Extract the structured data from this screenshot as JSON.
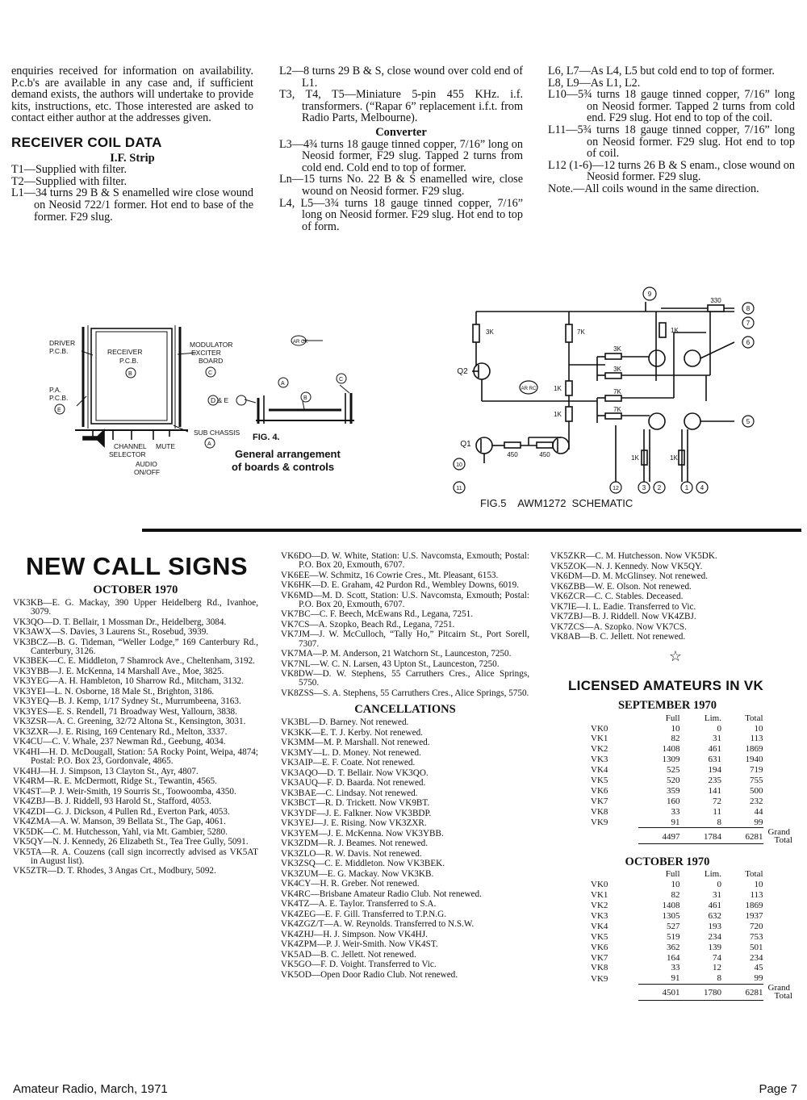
{
  "col1_top": {
    "para": "enquiries received for information on availability. P.c.b's are available in any case and, if sufficient demand exists, the authors will undertake to provide kits, instructions, etc. Those interested are asked to contact either author at the addresses given.",
    "heading": "RECEIVER COIL DATA",
    "subheading": "I.F. Strip",
    "items": [
      "T1—Supplied with filter.",
      "T2—Supplied with filter.",
      "L1—34 turns 29 B & S enamelled wire close wound on Neosid 722/1 former. Hot end to base of the former. F29 slug."
    ]
  },
  "col2_top": {
    "items": [
      "L2—8 turns 29 B & S, close wound over cold end of L1.",
      "T3, T4, T5—Miniature 5-pin 455 KHz. i.f. transformers. (“Rapar 6” replacement i.f.t. from Radio Parts, Melbourne)."
    ],
    "subheading": "Converter",
    "items2": [
      "L3—4¾ turns 18 gauge tinned copper, 7/16” long on Neosid former, F29 slug. Tapped 2 turns from cold end. Cold end to top of former.",
      "Ln—15 turns No. 22 B & S enamelled wire, close wound on Neosid former. F29 slug.",
      "L4, L5—3¾ turns 18 gauge tinned copper, 7/16” long on Neosid former. F29 slug. Hot end to top of form."
    ]
  },
  "col3_top": {
    "items": [
      "L6, L7—As L4, L5 but cold end to top of former.",
      "L8, L9—As L1, L2.",
      "L10—5¾ turns 18 gauge tinned copper, 7/16” long on Neosid former. Tapped 2 turns from cold end. F29 slug. Hot end to top of the coil.",
      "L11—5¾ turns 18 gauge tinned copper, 7/16” long on Neosid former. F29 slug. Hot end to top of coil.",
      "L12 (1-6)—12 turns 26 B & S enam., close wound on Neosid former. F29 slug.",
      "Note.—All coils wound in the same direction."
    ]
  },
  "fig4": {
    "driver": "DRIVER",
    "pcb": "P.C.B.",
    "pa": "P.A.",
    "receiver": "RECEIVER",
    "b": "B",
    "modulator": "MODULATOR",
    "exciter": "EXCITER",
    "board": "BOARD",
    "c": "C",
    "e": "E",
    "a": "A",
    "de": "D & E",
    "arck": "AR CK",
    "sub_chassis": "SUB CHASSIS",
    "channel": "CHANNEL",
    "selector": "SELECTOR",
    "mute": "MUTE",
    "audio": "AUDIO",
    "onoff": "ON/OFF",
    "caption_title": "FIG. 4.",
    "caption_1": "General arrangement",
    "caption_2": "of boards & controls"
  },
  "fig5": {
    "caption": "FIG.5    AWM1272  SCHEMATIC",
    "r_3k": "3K",
    "r_7k": "7K",
    "r_1k": "1K",
    "r_330": "330",
    "r_450": "450",
    "q1": "Q1",
    "q2": "Q2",
    "arrc": "AR RC",
    "n1": "1",
    "n2": "2",
    "n3": "3",
    "n4": "4",
    "n5": "5",
    "n6": "6",
    "n7": "7",
    "n8": "8",
    "n9": "9",
    "n10": "10",
    "n11": "11",
    "n12": "12"
  },
  "call_signs": {
    "heading": "NEW CALL SIGNS",
    "month": "OCTOBER 1970",
    "col1": [
      "VK3KB—E. G. Mackay, 390 Upper Heidelberg Rd., Ivanhoe, 3079.",
      "VK3QO—D. T. Bellair, 1 Mossman Dr., Heidelberg, 3084.",
      "VK3AWX—S. Davies, 3 Laurens St., Rosebud, 3939.",
      "VK3BCZ—B. G. Tideman, “Weller Lodge,” 169 Canterbury Rd., Canterbury, 3126.",
      "VK3BEK—C. E. Middleton, 7 Shamrock Ave., Cheltenham, 3192.",
      "VK3YBB—J. E. McKenna, 14 Marshall Ave., Moe, 3825.",
      "VK3YEG—A. H. Hambleton, 10 Sharrow Rd., Mitcham, 3132.",
      "VK3YEI—L. N. Osborne, 18 Male St., Brighton, 3186.",
      "VK3YEQ—B. J. Kemp, 1/17 Sydney St., Murrumbeena, 3163.",
      "VK3YES—E. S. Rendell, 71 Broadway West, Yallourn, 3838.",
      "VK3ZSR—A. C. Greening, 32/72 Altona St., Kensington, 3031.",
      "VK3ZXR—J. E. Rising, 169 Centenary Rd., Melton, 3337.",
      "VK4CU—C. V. Whale, 237 Newman Rd., Geebung, 4034.",
      "VK4HI—H. D. McDougall, Station: 5A Rocky Point, Weipa, 4874; Postal: P.O. Box 23, Gordonvale, 4865.",
      "VK4HJ—H. J. Simpson, 13 Clayton St., Ayr, 4807.",
      "VK4RM—R. E. McDermott, Ridge St., Tewantin, 4565.",
      "VK4ST—P. J. Weir-Smith, 19 Sourris St., Toowoomba, 4350.",
      "VK4ZBJ—B. J. Riddell, 93 Harold St., Stafford, 4053.",
      "VK4ZDI—G. J. Dickson, 4 Pullen Rd., Everton Park, 4053.",
      "VK4ZMA—A. W. Manson, 39 Bellata St., The Gap, 4061.",
      "VK5DK—C. M. Hutchesson, Yahl, via Mt. Gambier, 5280.",
      "VK5QY—N. J. Kennedy, 26 Elizabeth St., Tea Tree Gully, 5091.",
      "VK5TA—R. A. Couzens (call sign incorrectly advised as VK5AT in August list).",
      "VK5ZTR—D. T. Rhodes, 3 Angas Crt., Modbury, 5092."
    ],
    "col2": [
      "VK6DO—D. W. White, Station: U.S. Navcomsta, Exmouth; Postal: P.O. Box 20, Exmouth, 6707.",
      "VK6EE—W. Schmitz, 16 Cowrie Cres., Mt. Pleasant, 6153.",
      "VK6HK—D. E. Graham, 42 Purdon Rd., Wembley Downs, 6019.",
      "VK6MD—M. D. Scott, Station: U.S. Navcomsta, Exmouth; Postal: P.O. Box 20, Exmouth, 6707.",
      "VK7BC—C. F. Beech, McEwans Rd., Legana, 7251.",
      "VK7CS—A. Szopko, Beach Rd., Legana, 7251.",
      "VK7JM—J. W. McCulloch, “Tally Ho,” Pitcairn St., Port Sorell, 7307.",
      "VK7MA—P. M. Anderson, 21 Watchorn St., Launceston, 7250.",
      "VK7NL—W. C. N. Larsen, 43 Upton St., Launceston, 7250.",
      "VK8DW—D. W. Stephens, 55 Carruthers Cres., Alice Springs, 5750.",
      "VK8ZSS—S. A. Stephens, 55 Carruthers Cres., Alice Springs, 5750."
    ],
    "cancellations_heading": "CANCELLATIONS",
    "cancellations": [
      "VK3BL—D. Barney. Not renewed.",
      "VK3KK—E. T. J. Kerby. Not renewed.",
      "VK3MM—M. P. Marshall. Not renewed.",
      "VK3MY—L. D. Money. Not renewed.",
      "VK3AIP—E. F. Coate. Not renewed.",
      "VK3AQO—D. T. Bellair. Now VK3QO.",
      "VK3AUQ—F. D. Baarda. Not renewed.",
      "VK3BAE—C. Lindsay. Not renewed.",
      "VK3BCT—R. D. Trickett. Now VK9BT.",
      "VK3YDF—J. E. Falkner. Now VK3BDP.",
      "VK3YEJ—J. E. Rising. Now VK3ZXR.",
      "VK3YEM—J. E. McKenna. Now VK3YBB.",
      "VK3ZDM—R. J. Beames. Not renewed.",
      "VK3ZLO—R. W. Davis. Not renewed.",
      "VK3ZSQ—C. E. Middleton. Now VK3BEK.",
      "VK3ZUM—E. G. Mackay. Now VK3KB.",
      "VK4CY—H. R. Greber. Not renewed.",
      "VK4RC—Brisbane Amateur Radio Club. Not renewed.",
      "VK4TZ—A. E. Taylor. Transferred to S.A.",
      "VK4ZEG—E. F. Gill. Transferred to T.P.N.G.",
      "VK4ZGZ/T—A. W. Reynolds. Transferred to N.S.W.",
      "VK4ZHJ—H. J. Simpson. Now VK4HJ.",
      "VK4ZPM—P. J. Weir-Smith. Now VK4ST.",
      "VK5AD—B. C. Jellett. Not renewed.",
      "VK5GO—F. D. Voight. Transferred to Vic.",
      "VK5OD—Open Door Radio Club. Not renewed."
    ],
    "col3": [
      "VK5ZKR—C. M. Hutchesson. Now VK5DK.",
      "VK5ZOK—N. J. Kennedy. Now VK5QY.",
      "VK6DM—D. M. McGlinsey. Not renewed.",
      "VK6ZBB—W. E. Olson. Not renewed.",
      "VK6ZCR—C. C. Stables. Deceased.",
      "VK7IE—I. L. Eadie. Transferred to Vic.",
      "VK7ZBJ—B. J. Riddell. Now VK4ZBJ.",
      "VK7ZCS—A. Szopko. Now VK7CS.",
      "VK8AB—B. C. Jellett. Not renewed."
    ],
    "star": "☆"
  },
  "licensed": {
    "heading": "LICENSED AMATEURS IN VK",
    "headers": [
      "Full",
      "Lim.",
      "Total"
    ],
    "grand": "Grand",
    "total": "Total",
    "sep": {
      "title": "SEPTEMBER 1970",
      "rows": [
        [
          "VK0",
          "10",
          "0",
          "10"
        ],
        [
          "VK1",
          "82",
          "31",
          "113"
        ],
        [
          "VK2",
          "1408",
          "461",
          "1869"
        ],
        [
          "VK3",
          "1309",
          "631",
          "1940"
        ],
        [
          "VK4",
          "525",
          "194",
          "719"
        ],
        [
          "VK5",
          "520",
          "235",
          "755"
        ],
        [
          "VK6",
          "359",
          "141",
          "500"
        ],
        [
          "VK7",
          "160",
          "72",
          "232"
        ],
        [
          "VK8",
          "33",
          "11",
          "44"
        ],
        [
          "VK9",
          "91",
          "8",
          "99"
        ]
      ],
      "totals": [
        "4497",
        "1784",
        "6281"
      ]
    },
    "oct": {
      "title": "OCTOBER 1970",
      "rows": [
        [
          "VK0",
          "10",
          "0",
          "10"
        ],
        [
          "VK1",
          "82",
          "31",
          "113"
        ],
        [
          "VK2",
          "1408",
          "461",
          "1869"
        ],
        [
          "VK3",
          "1305",
          "632",
          "1937"
        ],
        [
          "VK4",
          "527",
          "193",
          "720"
        ],
        [
          "VK5",
          "519",
          "234",
          "753"
        ],
        [
          "VK6",
          "362",
          "139",
          "501"
        ],
        [
          "VK7",
          "164",
          "74",
          "234"
        ],
        [
          "VK8",
          "33",
          "12",
          "45"
        ],
        [
          "VK9",
          "91",
          "8",
          "99"
        ]
      ],
      "totals": [
        "4501",
        "1780",
        "6281"
      ]
    }
  },
  "footer": {
    "left": "Amateur Radio, March, 1971",
    "right": "Page 7"
  }
}
